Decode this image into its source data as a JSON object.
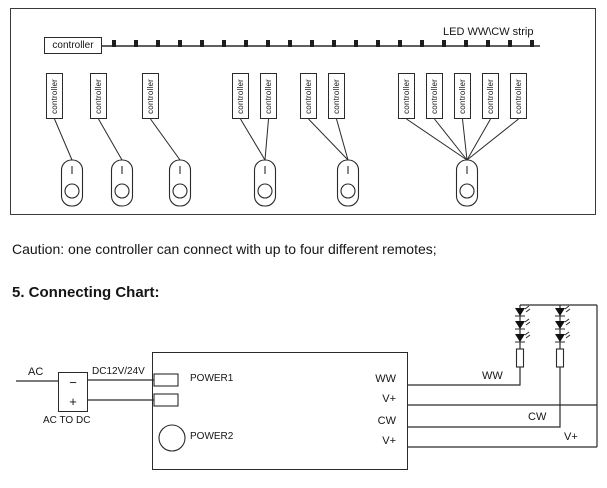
{
  "top_diagram": {
    "controller_label": "controller",
    "strip_label": "LED WW\\CW strip",
    "vertical_controller_label": "controller",
    "groups": [
      1,
      1,
      1,
      2,
      2,
      5
    ],
    "remote_count": 6,
    "strip_segment_count": 20
  },
  "caution_text": "Caution: one controller can connect with up to four different remotes;",
  "section_heading": "5. Connecting Chart:",
  "connecting_chart": {
    "ac_label": "AC",
    "converter": {
      "minus": "−",
      "plus": "+",
      "label": "AC TO DC"
    },
    "dc_label": "DC12V/24V",
    "controller_box": {
      "power1": "POWER1",
      "power2": "POWER2",
      "outputs": [
        "WW",
        "V+",
        "CW",
        "V+"
      ]
    },
    "wire_labels": {
      "ww": "WW",
      "cw": "CW",
      "vplus": "V+"
    }
  },
  "colors": {
    "line": "#2a2a2a",
    "text": "#151515",
    "led_segment": "#1d1d1d"
  }
}
